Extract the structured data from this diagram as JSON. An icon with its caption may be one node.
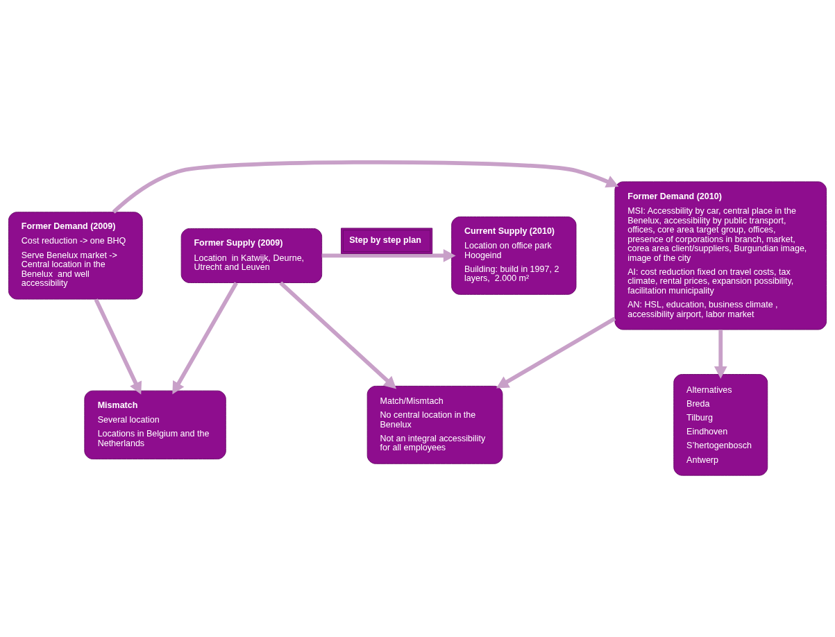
{
  "diagram": {
    "nodes": [
      {
        "text": [
          "Former Demand (2009)",
          "Cost reduction -> one BHQ",
          "Serve Benelux market -> Central location in the Benelux  and well accessibility"
        ]
      },
      {
        "text": [
          "Former Demand (2010)",
          "MSI: Accessbility by car, central place in the Benelux, accessibility by public transport, offices, core area target group, offices, presence of corporations in branch, market, corea area client/suppliers, Burgundian image, image of the city",
          "AI: cost reduction fixed on travel costs, tax climate, rental prices, expansion possibility, facilitation municipality",
          "AN: HSL, education, business climate , accessibility airport, labor market"
        ]
      },
      {
        "text": [
          "Mismatch",
          "Several location",
          "Locations in Belgium and the Netherlands"
        ]
      },
      {
        "text": [
          "Match/Mismtach",
          "No central location in the Benelux",
          "Not an integral accessibility for all employees"
        ]
      },
      {
        "text": [
          "Alternatives",
          "Breda",
          "Tilburg",
          "Eindhoven",
          "S’hertogenbosch",
          "Antwerp"
        ]
      },
      {
        "text": [
          "Former Supply (2009)",
          "Location  in Katwijk, Deurne, Utrecht and Leuven"
        ]
      },
      {
        "text": [
          "Current Supply (2010)",
          "Location on office park Hoogeind",
          "Building: build in 1997, 2 layers,  2.000 m²"
        ]
      }
    ],
    "edges": [
      {
        "from": 0,
        "to": 1,
        "arrow": "to"
      },
      {
        "from": 0,
        "to": 2,
        "arrow": "to"
      },
      {
        "from": 1,
        "to": 3,
        "arrow": "to"
      },
      {
        "from": 1,
        "to": 4,
        "arrow": "to"
      },
      {
        "from": 5,
        "to": 2,
        "arrow": "to"
      },
      {
        "from": 5,
        "to": 3,
        "arrow": "to"
      },
      {
        "from": 5,
        "to": 6,
        "arrow": "to",
        "label": "Step by step plan"
      }
    ]
  }
}
